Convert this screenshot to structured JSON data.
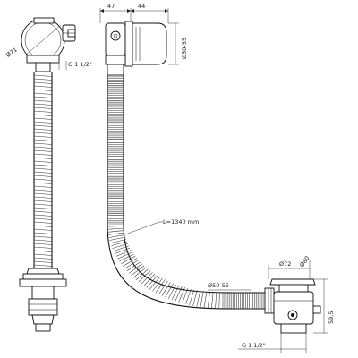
{
  "dimensions": {
    "overflow_diameter": "Ø71",
    "overflow_thread": "G 1 1/2\"",
    "width_left": "47",
    "width_right": "44",
    "cap_diameter": "Ø50-55",
    "hose_length": "L=1340 mm",
    "hose_diameter": "Ø50-55",
    "plug_diameter": "Ø72",
    "plug_height_max": "Ø80",
    "drain_height": "59,5",
    "drain_thread": "G 1 1/2\""
  },
  "colors": {
    "line": "#111111",
    "background": "#ffffff"
  }
}
